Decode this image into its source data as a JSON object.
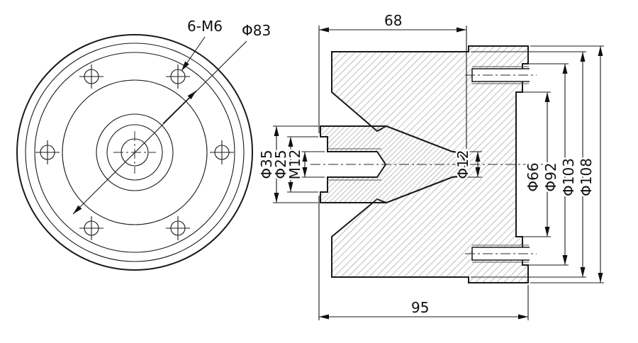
{
  "front_view": {
    "callout_6m6": "6-M6",
    "callout_phi83": "Φ83"
  },
  "section_view": {
    "dim_top": "68",
    "dim_bottom": "95",
    "dim_boss": "Φ35",
    "dim_bore": "Φ25",
    "dim_thread": "M12",
    "dim_tip": "Φ12",
    "dim_d1": "Φ66",
    "dim_d2": "Φ92",
    "dim_d3": "Φ103",
    "dim_d4": "Φ108"
  },
  "colors": {
    "line": "#1a1a1a",
    "hatch": "#9b9b9b"
  }
}
